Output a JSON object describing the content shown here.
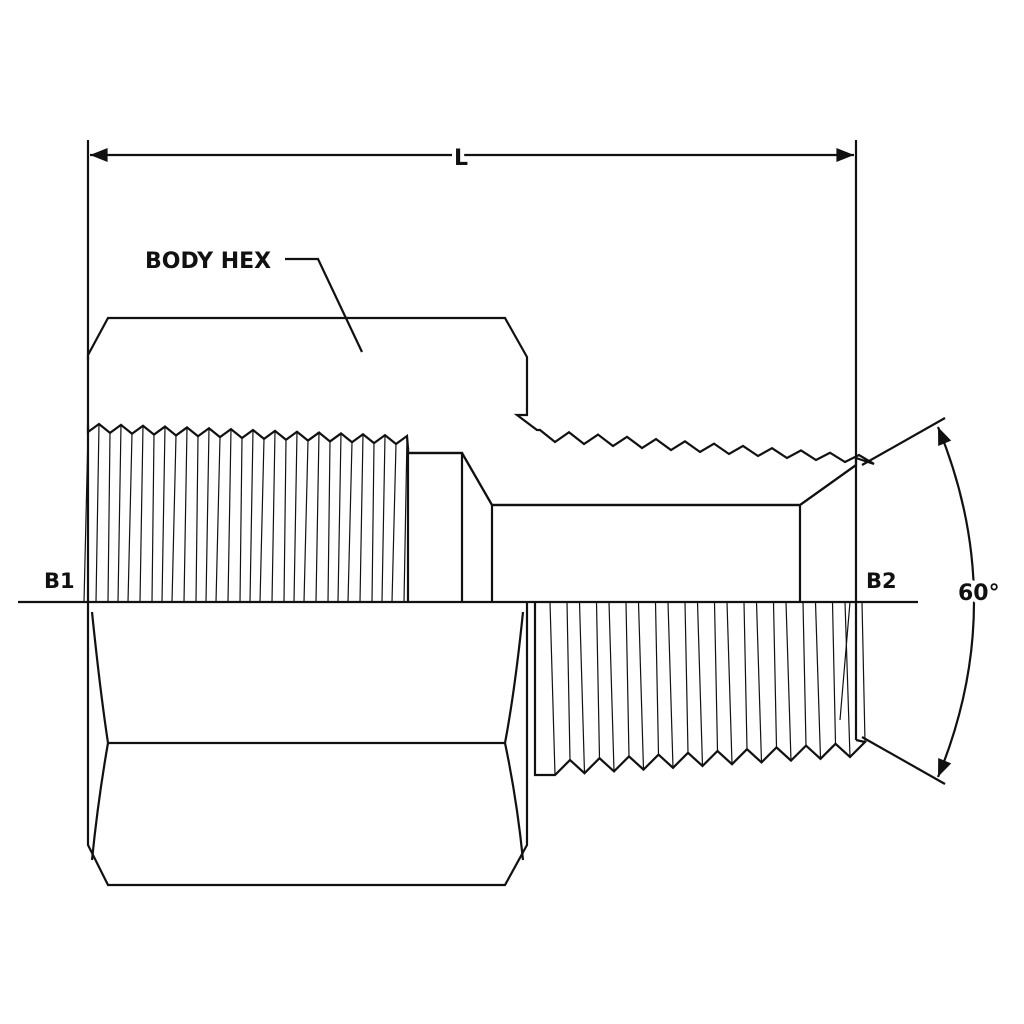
{
  "labels": {
    "length": "L",
    "body_hex": "BODY HEX",
    "port1": "B1",
    "port2": "B2",
    "angle": "60°"
  },
  "colors": {
    "line": "#111111",
    "background": "#ffffff"
  }
}
